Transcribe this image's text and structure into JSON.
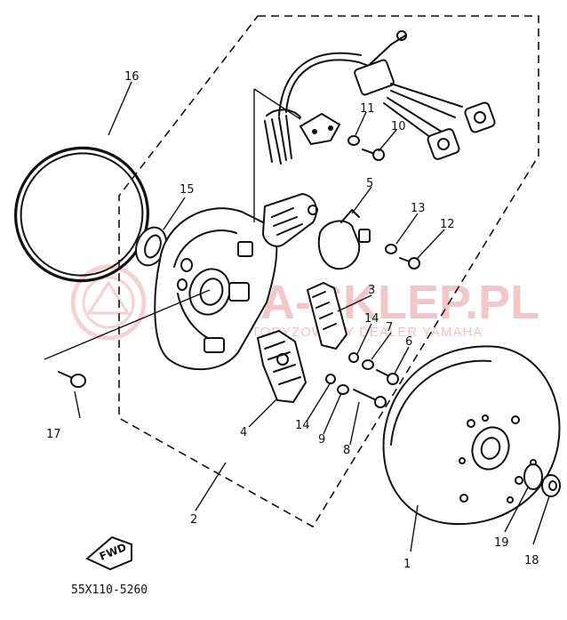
{
  "diagram": {
    "code": "55X110-5260",
    "fwd_label": "FWD",
    "watermark": {
      "main": "YAMA-SKLEP.PL",
      "sub": "AUTORYZOWANY DEALER YAMAHA"
    },
    "callouts": [
      {
        "id": "1",
        "label": "1"
      },
      {
        "id": "2",
        "label": "2"
      },
      {
        "id": "3",
        "label": "3"
      },
      {
        "id": "4",
        "label": "4"
      },
      {
        "id": "5",
        "label": "5"
      },
      {
        "id": "6",
        "label": "6"
      },
      {
        "id": "7",
        "label": "7"
      },
      {
        "id": "8",
        "label": "8"
      },
      {
        "id": "9",
        "label": "9"
      },
      {
        "id": "10",
        "label": "10"
      },
      {
        "id": "11",
        "label": "11"
      },
      {
        "id": "12",
        "label": "12"
      },
      {
        "id": "13",
        "label": "13"
      },
      {
        "id": "14a",
        "label": "14"
      },
      {
        "id": "14b",
        "label": "14"
      },
      {
        "id": "15",
        "label": "15"
      },
      {
        "id": "16",
        "label": "16"
      },
      {
        "id": "17",
        "label": "17"
      },
      {
        "id": "18",
        "label": "18"
      },
      {
        "id": "19",
        "label": "19"
      }
    ]
  }
}
